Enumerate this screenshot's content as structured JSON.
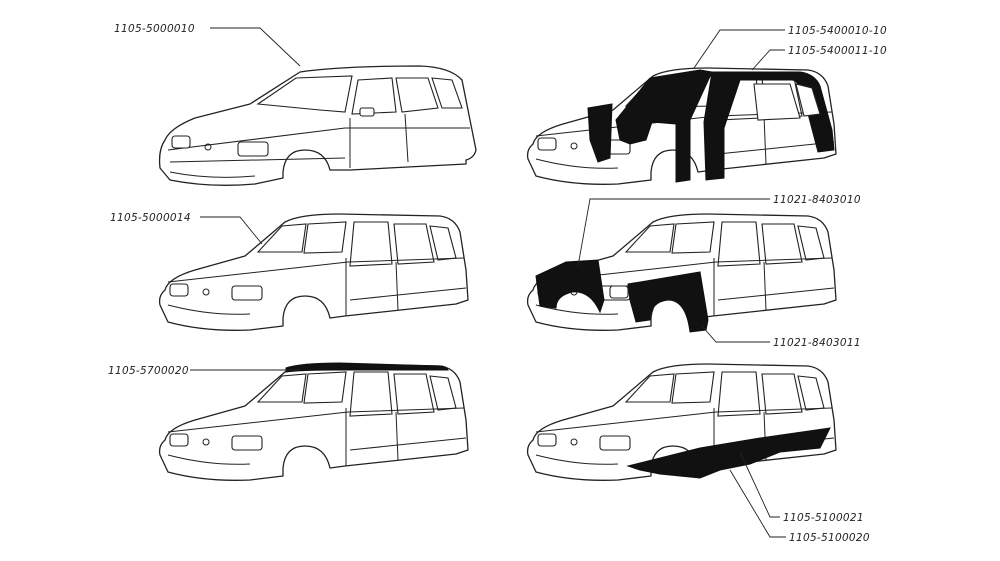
{
  "labels": {
    "car1": "1105-5000010",
    "car2a": "1105-5400010-10",
    "car2b": "1105-5400011-10",
    "car3": "1105-5000014",
    "car4a": "11021-8403010",
    "car4b": "11021-8403011",
    "car5": "1105-5700020",
    "car6a": "1105-5100021",
    "car6b": "1105-5100020"
  },
  "colors": {
    "ink": "#222222",
    "fill": "#111111",
    "paper": "#ffffff"
  }
}
